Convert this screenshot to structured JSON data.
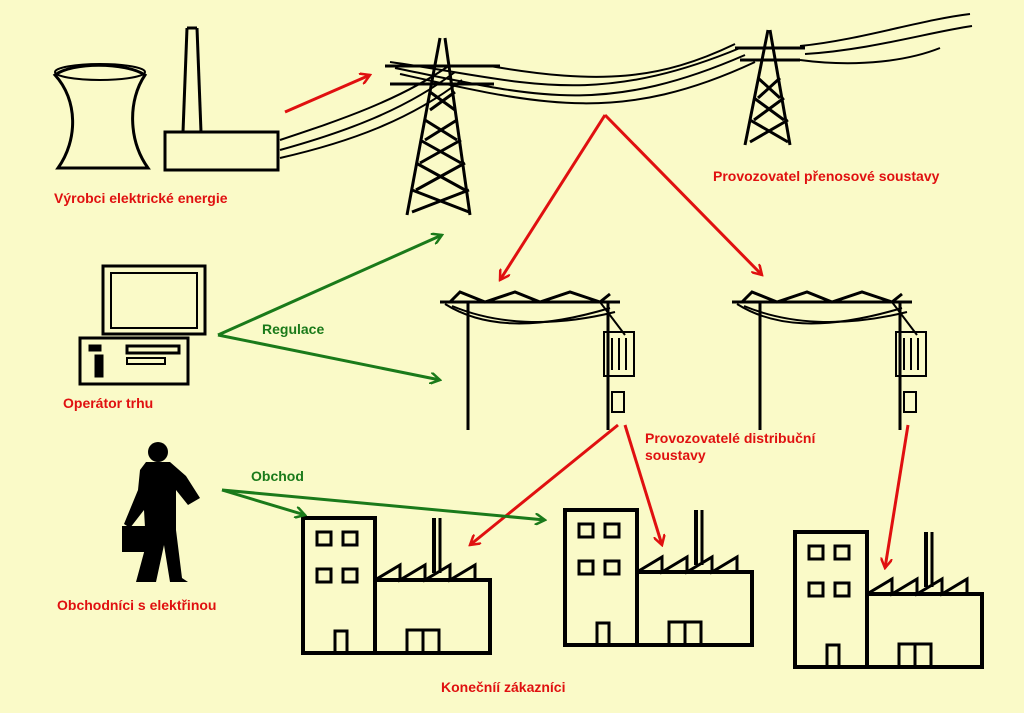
{
  "colors": {
    "background": "#fafac8",
    "red_label": "#e01010",
    "green_label": "#1a7a1a",
    "red_arrow": "#e01010",
    "green_arrow": "#1a7a1a",
    "ink": "#000000"
  },
  "labels": {
    "producers": "Výrobci elektrické energie",
    "transmission_operator": "Provozovatel přenosové soustavy",
    "market_operator": "Operátor trhu",
    "regulation": "Regulace",
    "distribution_operators_line1": "Provozovatelé distribuční",
    "distribution_operators_line2": "soustavy",
    "trade": "Obchod",
    "traders": "Obchodníci s elektřinou",
    "end_customers": "Konečníí zákazníci"
  }
}
